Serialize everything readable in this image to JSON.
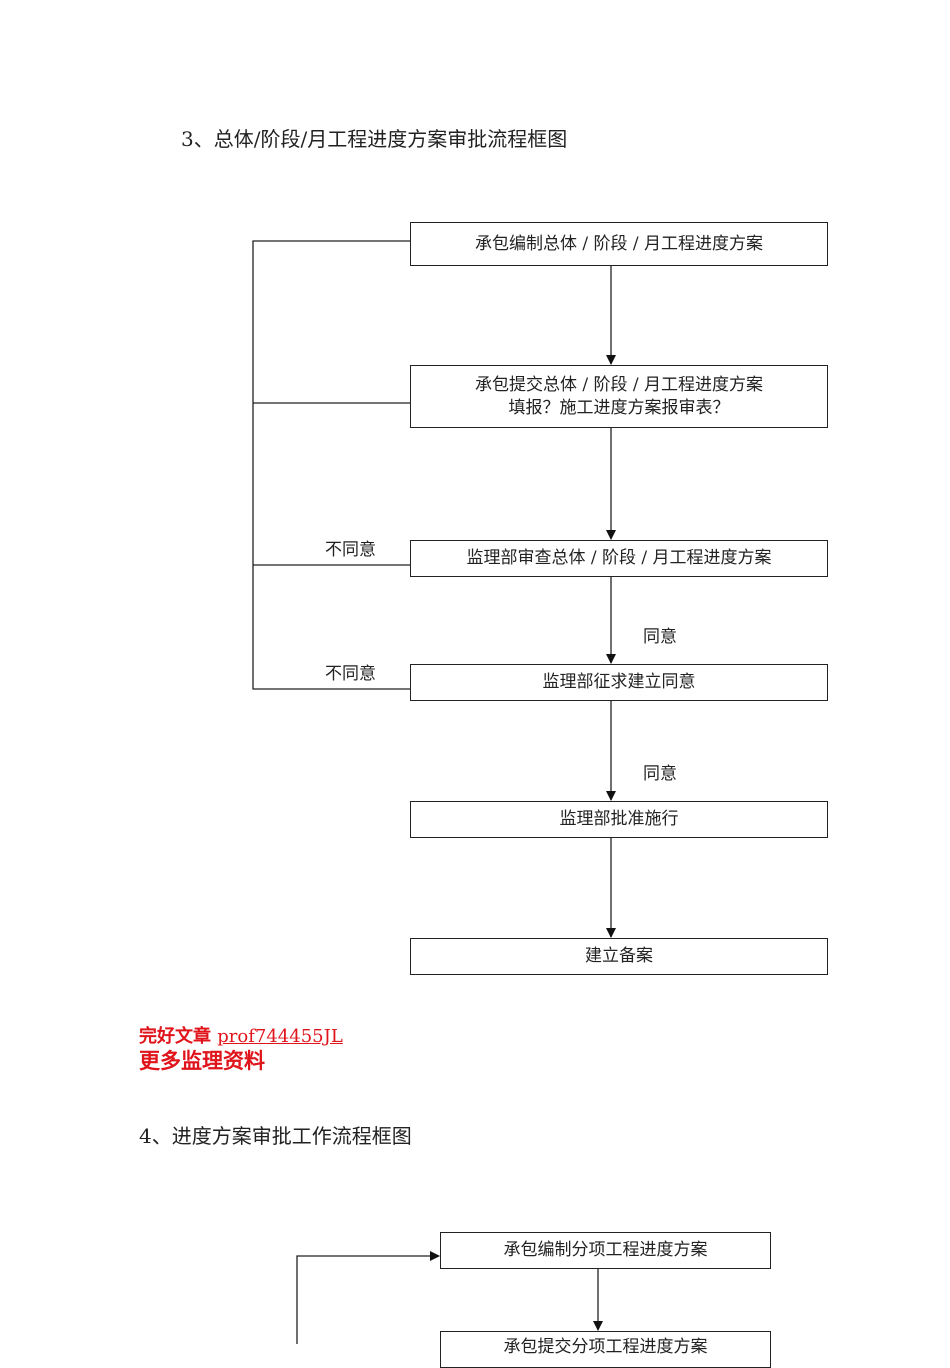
{
  "section3": {
    "title": "3、总体/阶段/月工程进度方案审批流程框图",
    "boxes": [
      "承包编制总体 / 阶段 / 月工程进度方案",
      "承包提交总体 / 阶段 / 月工程进度方案",
      "填报？施工进度方案报审表？",
      "监理部审查总体 / 阶段 / 月工程进度方案",
      "监理部征求建立同意",
      "监理部批准施行",
      "建立备案"
    ],
    "labels": {
      "disagree1": "不同意",
      "disagree2": "不同意",
      "agree1": "同意",
      "agree2": "同意"
    }
  },
  "promo": {
    "line1_prefix": "完好文章 ",
    "line1_link": "prof744455JL",
    "line2": "更多监理资料",
    "color": "#e0141b"
  },
  "section4": {
    "title": "4、进度方案审批工作流程框图",
    "boxes": [
      "承包编制分项工程进度方案",
      "承包提交分项工程进度方案"
    ]
  }
}
